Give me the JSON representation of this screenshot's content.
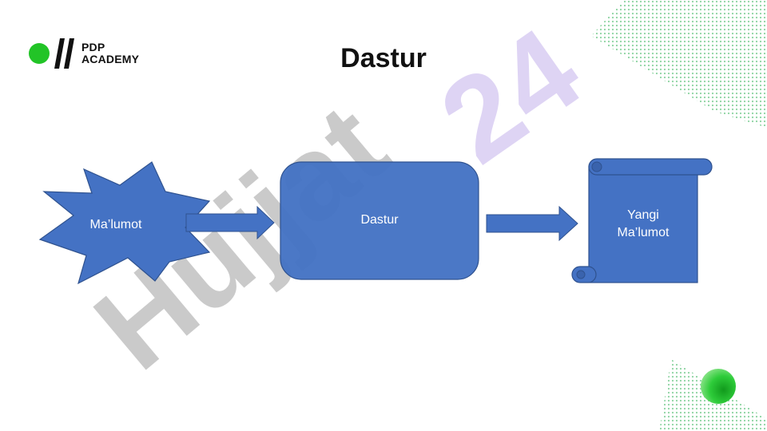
{
  "slide": {
    "title": "Dastur",
    "logo": {
      "line1": "PDP",
      "line2": "ACADEMY",
      "dot_color": "#22c427"
    },
    "watermark": {
      "line1": "Hujjat",
      "line2": "24",
      "gray": "#bdbdbd",
      "lavender": "#d8cdf2"
    }
  },
  "diagram": {
    "nodes": [
      {
        "id": "input",
        "shape": "explosion",
        "label": "Ma’lumot"
      },
      {
        "id": "process",
        "shape": "rounded-rectangle",
        "label": "Dastur"
      },
      {
        "id": "output",
        "shape": "scroll",
        "label": "Yangi\nMa’lumot"
      }
    ],
    "edges": [
      {
        "from": "input",
        "to": "process"
      },
      {
        "from": "process",
        "to": "output"
      }
    ],
    "colors": {
      "fill": "#4472c4",
      "border": "#2f528f",
      "text": "#ffffff"
    }
  }
}
